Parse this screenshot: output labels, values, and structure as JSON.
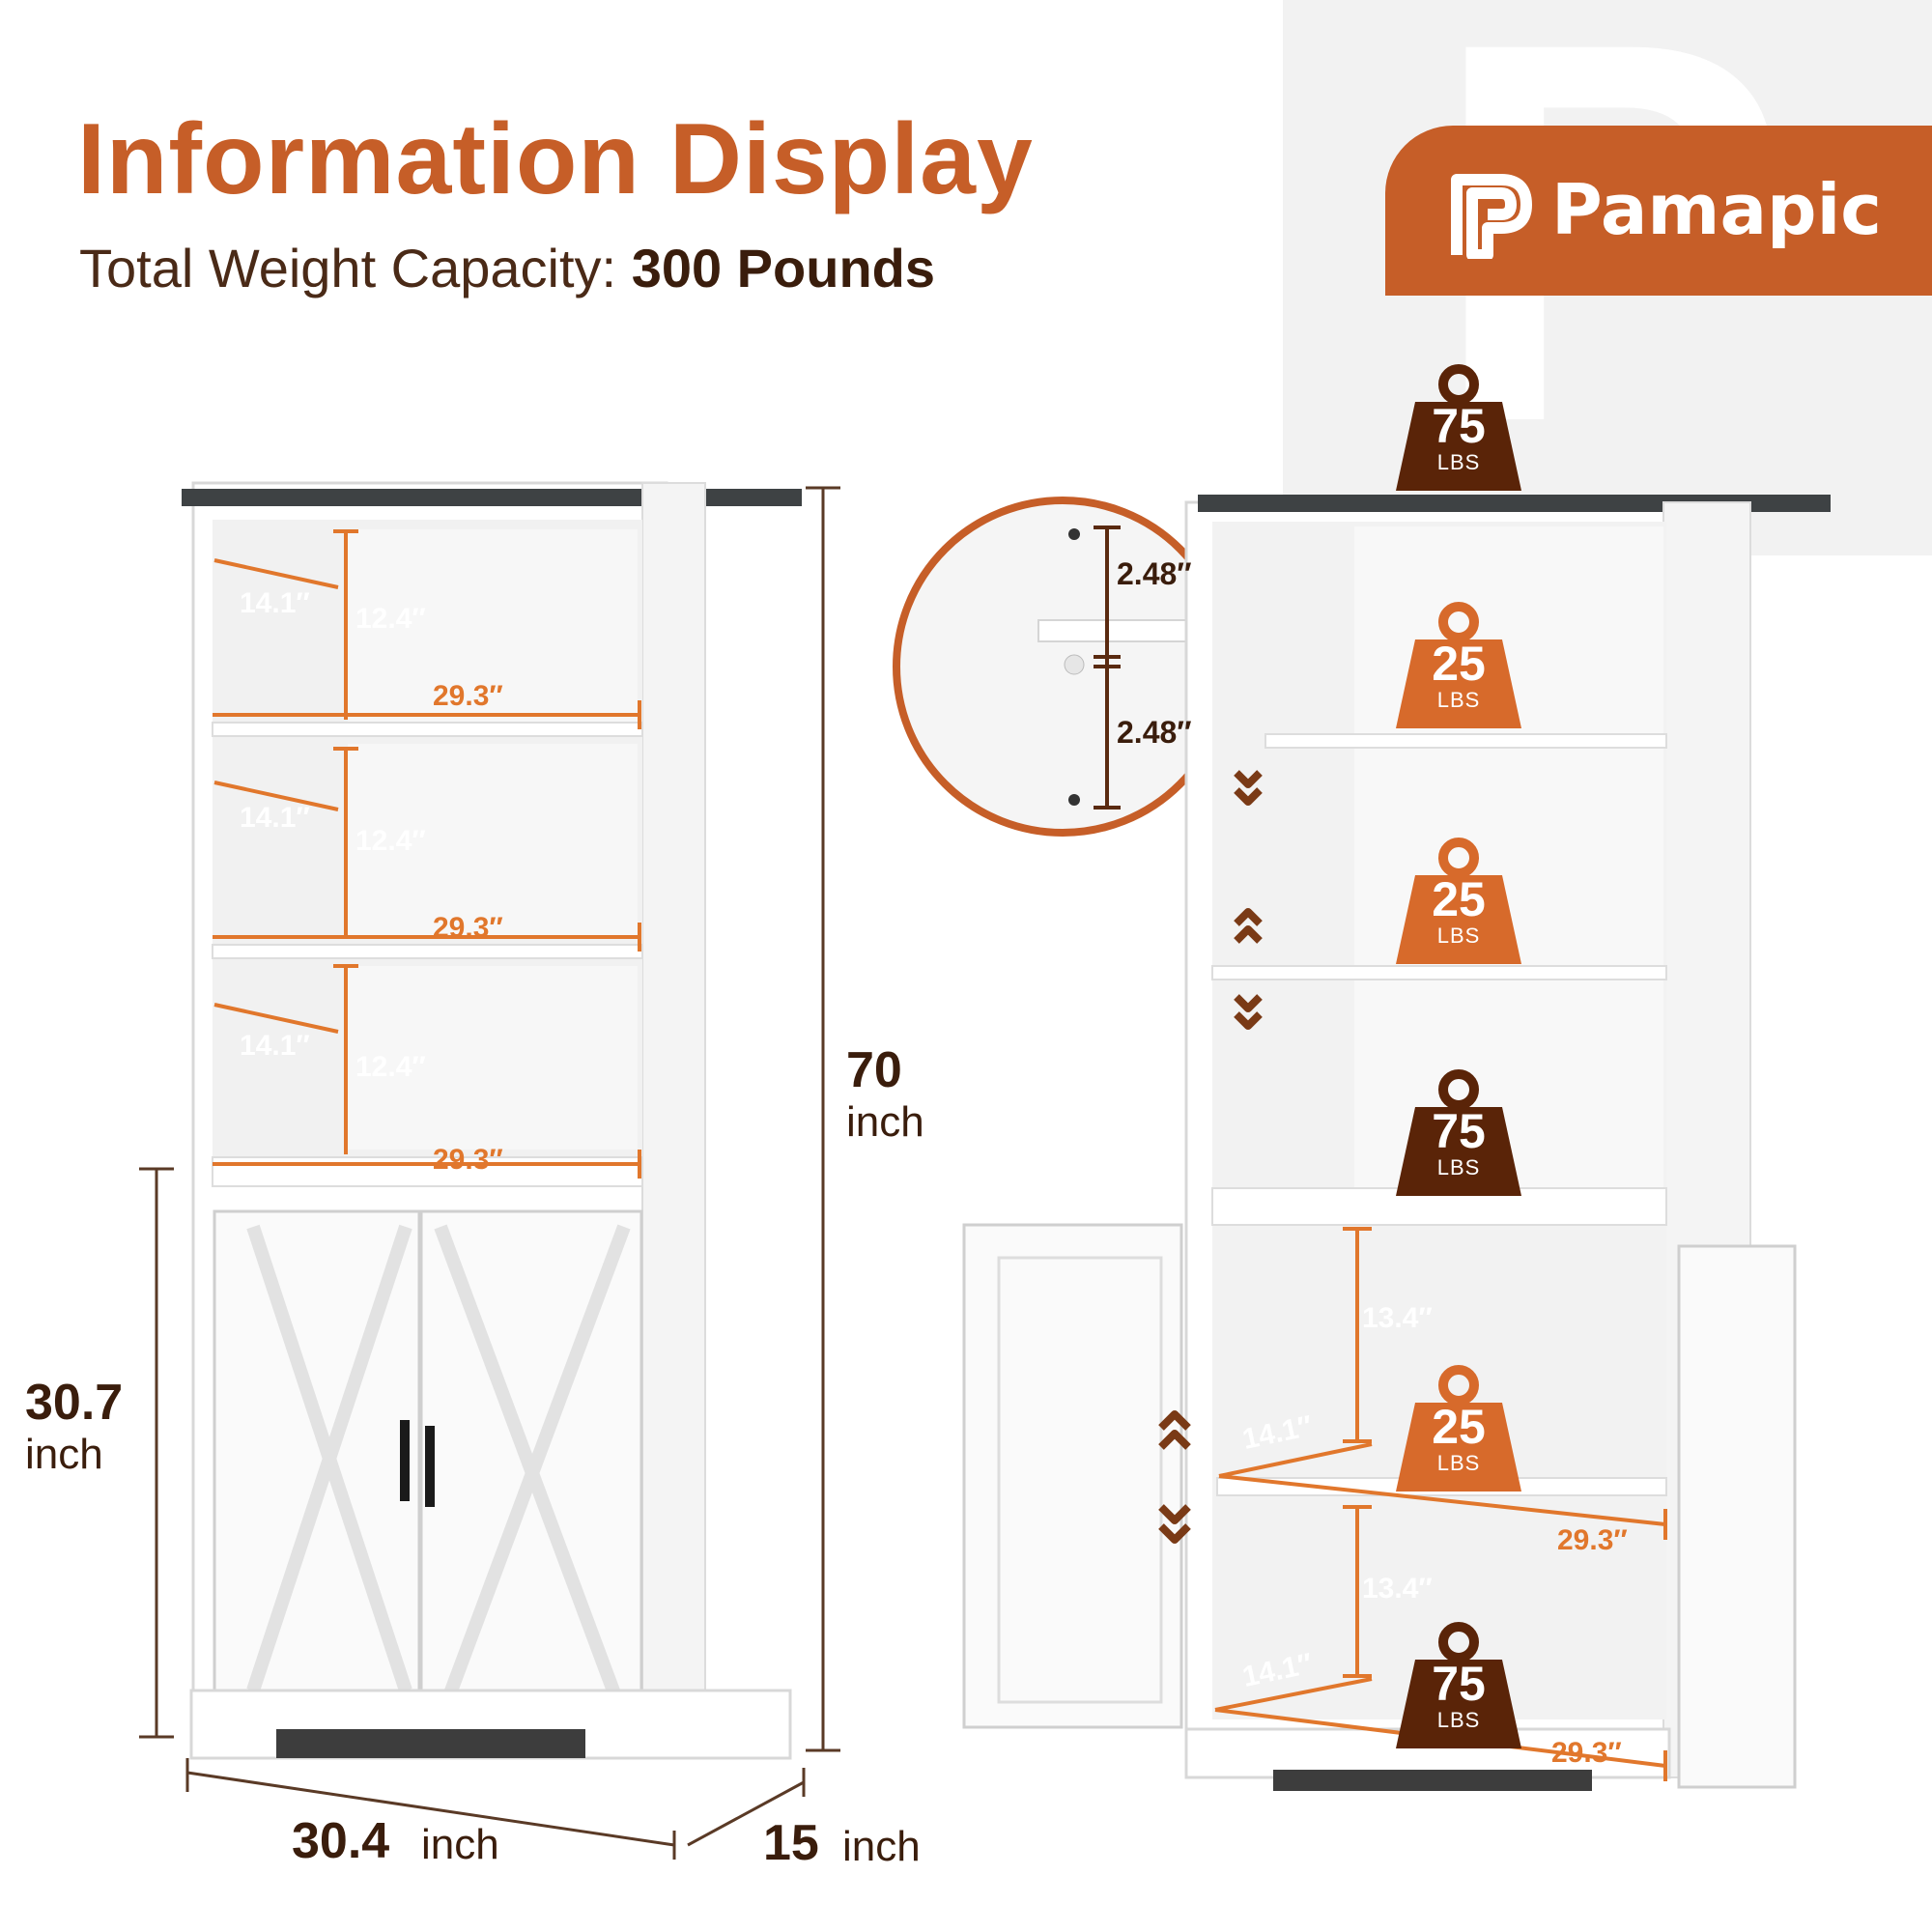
{
  "header": {
    "title": "Information Display",
    "subtitle_prefix": "Total Weight Capacity: ",
    "subtitle_value": "300 Pounds"
  },
  "brand": {
    "name": "Pamapic",
    "logo_icon": "pamapic-logo-icon",
    "color": "#c65e28"
  },
  "colors": {
    "accent": "#c65e28",
    "dark_weight": "#5a2408",
    "orange_weight": "#d76a2b",
    "dimension": "#e1772c",
    "text_dark": "#3a1d0c"
  },
  "left_cabinet": {
    "shelves": [
      {
        "depth": "14.1″",
        "height": "12.4″",
        "width": "29.3″"
      },
      {
        "depth": "14.1″",
        "height": "12.4″",
        "width": "29.3″"
      },
      {
        "depth": "14.1″",
        "height": "12.4″",
        "width": "29.3″"
      }
    ],
    "overall_height_value": "70",
    "overall_height_unit": "inch",
    "base_height_value": "30.7",
    "base_height_unit": "inch",
    "width_value": "30.4",
    "width_unit": "inch",
    "depth_value": "15",
    "depth_unit": "inch"
  },
  "right_cabinet": {
    "weights": [
      {
        "value": "75",
        "unit": "LBS",
        "tone": "dark"
      },
      {
        "value": "25",
        "unit": "LBS",
        "tone": "orange"
      },
      {
        "value": "25",
        "unit": "LBS",
        "tone": "orange"
      },
      {
        "value": "75",
        "unit": "LBS",
        "tone": "dark"
      },
      {
        "value": "25",
        "unit": "LBS",
        "tone": "orange"
      },
      {
        "value": "75",
        "unit": "LBS",
        "tone": "dark"
      }
    ],
    "cabinet_dims": [
      {
        "height": "13.4″",
        "depth": "14.1″",
        "width": "29.3″"
      },
      {
        "height": "13.4″",
        "depth": "14.1″",
        "width": "29.3″"
      }
    ],
    "zoom_spacing": [
      "2.48″",
      "2.48″"
    ]
  }
}
